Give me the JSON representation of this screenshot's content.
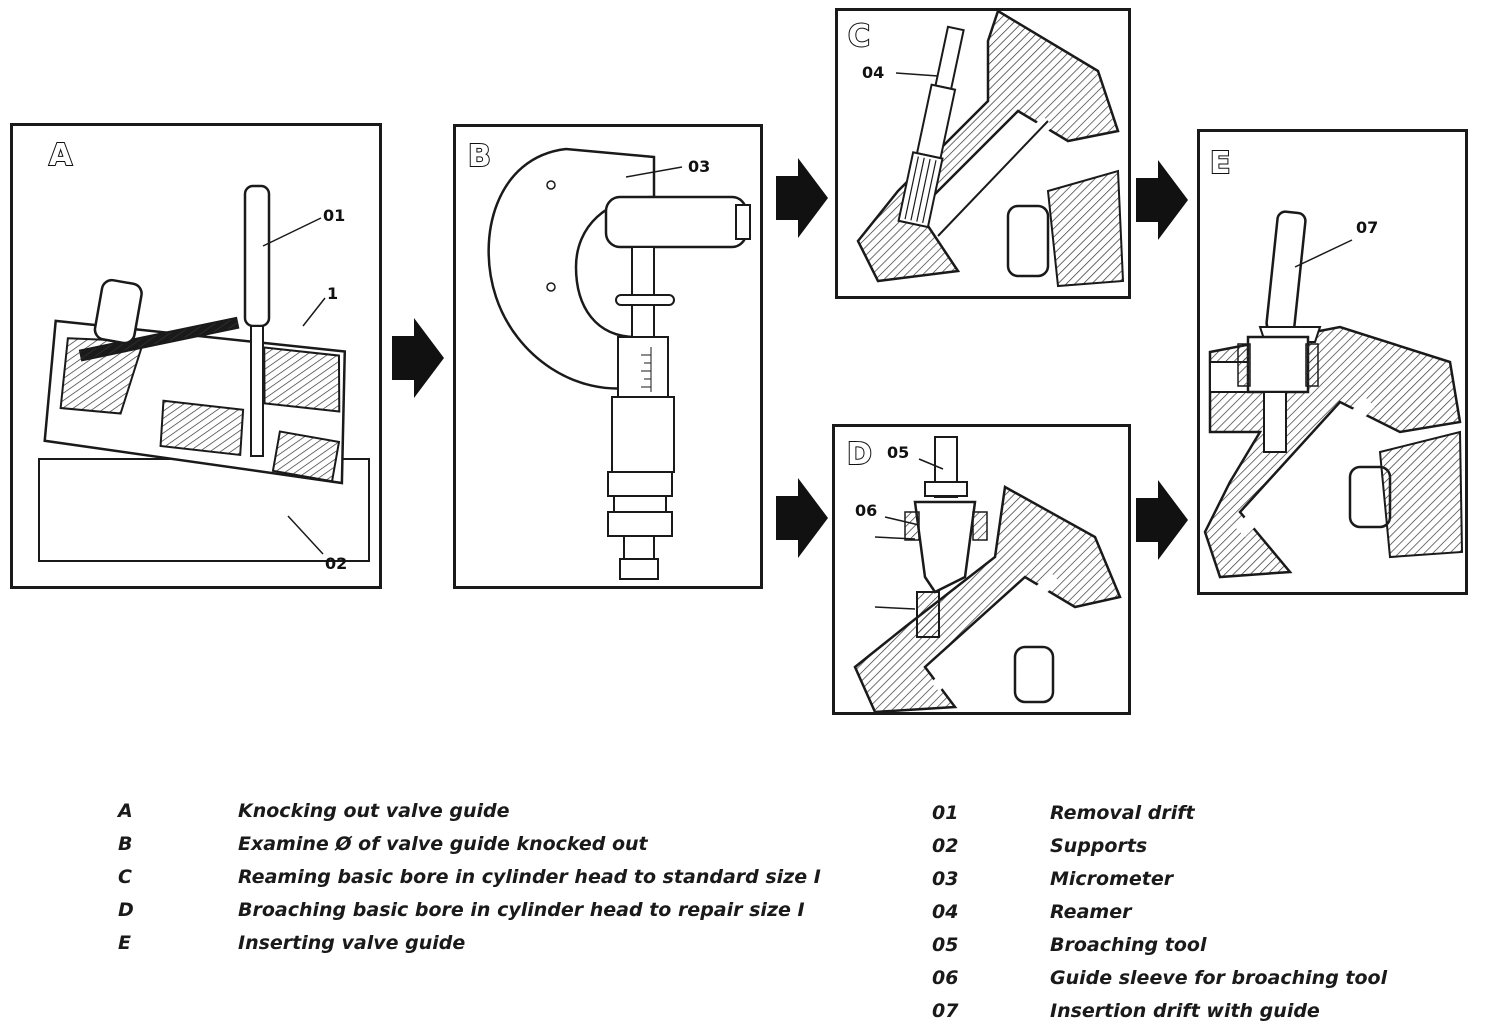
{
  "panels": {
    "a": {
      "letter": "A",
      "callouts": {
        "c01": "01",
        "c1": "1",
        "c02": "02"
      }
    },
    "b": {
      "letter": "B",
      "callouts": {
        "c03": "03"
      }
    },
    "c": {
      "letter": "C",
      "callouts": {
        "c04": "04"
      }
    },
    "d": {
      "letter": "D",
      "callouts": {
        "c05": "05",
        "c06": "06"
      }
    },
    "e": {
      "letter": "E",
      "callouts": {
        "c07": "07"
      }
    }
  },
  "legend_steps": [
    {
      "key": "A",
      "text": "Knocking out valve guide"
    },
    {
      "key": "B",
      "text": "Examine Ø of valve guide knocked out"
    },
    {
      "key": "C",
      "text": "Reaming basic bore in cylinder head to standard size I"
    },
    {
      "key": "D",
      "text": "Broaching basic bore in cylinder head to repair size I"
    },
    {
      "key": "E",
      "text": "Inserting valve guide"
    }
  ],
  "legend_parts": [
    {
      "key": "01",
      "text": "Removal drift"
    },
    {
      "key": "02",
      "text": "Supports"
    },
    {
      "key": "03",
      "text": "Micrometer"
    },
    {
      "key": "04",
      "text": "Reamer"
    },
    {
      "key": "05",
      "text": "Broaching tool"
    },
    {
      "key": "06",
      "text": "Guide sleeve for broaching tool"
    },
    {
      "key": "07",
      "text": "Insertion drift with guide"
    }
  ],
  "colors": {
    "line": "#1a1a1a",
    "hatch": "#555555",
    "background": "#ffffff"
  }
}
